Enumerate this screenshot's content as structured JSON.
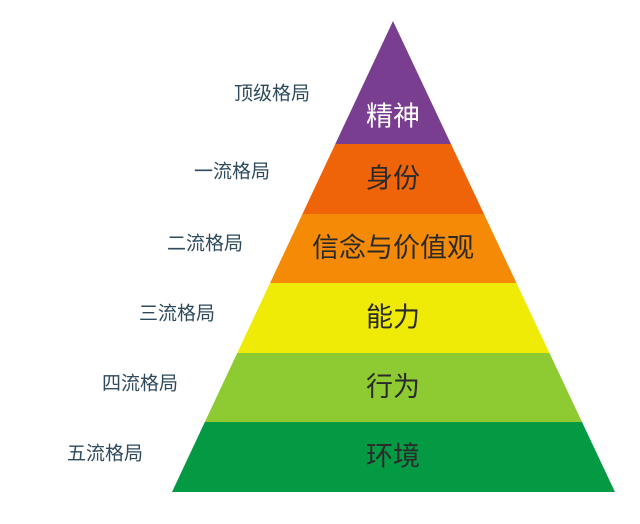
{
  "levels": [
    {
      "label": "顶级格局",
      "text": "精神",
      "color": "#7a3e91",
      "text_color": "#ffffff"
    },
    {
      "label": "一流格局",
      "text": "身份",
      "color": "#ef6408",
      "text_color": "#2a2a2a"
    },
    {
      "label": "二流格局",
      "text": "信念与价值观",
      "color": "#f58a06",
      "text_color": "#2a2a2a"
    },
    {
      "label": "三流格局",
      "text": "能力",
      "color": "#efeb06",
      "text_color": "#2a2a2a"
    },
    {
      "label": "四流格局",
      "text": "行为",
      "color": "#8ecb33",
      "text_color": "#2a2a2a"
    },
    {
      "label": "五流格局",
      "text": "环境",
      "color": "#049a44",
      "text_color": "#2a2a2a"
    }
  ]
}
